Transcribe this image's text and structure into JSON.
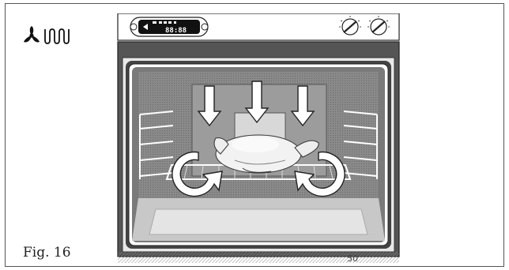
{
  "figure": {
    "label": "Fig. 16",
    "page_number": "50"
  },
  "mode_icons": [
    "fan-icon",
    "heating-element-icon"
  ],
  "display": {
    "time": "88:88"
  },
  "diagram": {
    "subject": "roast chicken on oven shelf",
    "airflow_down_arrows": 3,
    "airflow_circular_arrows": 2
  },
  "colors": {
    "ink": "#1a1a1a",
    "cavity_grey": "#7a7a7a",
    "back_panel": "#9c9c9c"
  }
}
